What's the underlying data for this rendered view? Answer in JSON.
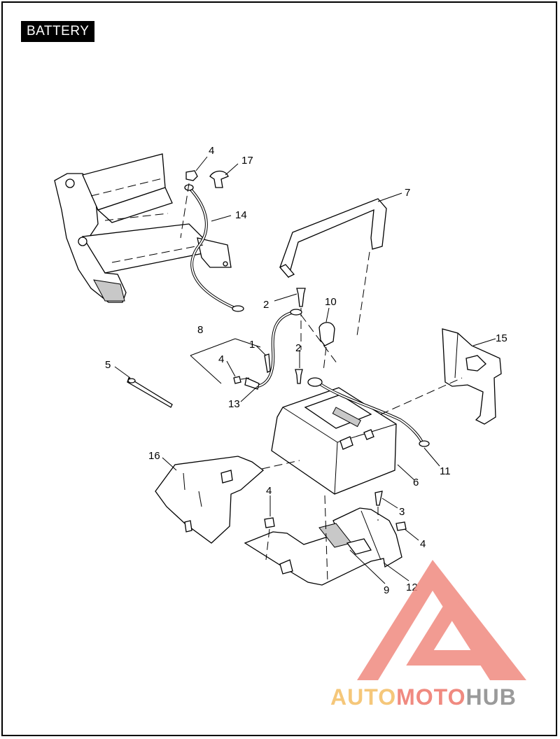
{
  "section_title": "BATTERY",
  "callouts": {
    "c1": "1",
    "c2a": "2",
    "c2b": "2",
    "c3": "3",
    "c4a": "4",
    "c4b": "4",
    "c4c": "4",
    "c4d": "4",
    "c5": "5",
    "c6": "6",
    "c7": "7",
    "c8": "8",
    "c9": "9",
    "c10": "10",
    "c11": "11",
    "c12": "12",
    "c13": "13",
    "c14": "14",
    "c15": "15",
    "c16": "16",
    "c17": "17"
  },
  "watermark": {
    "brand_part1": "AUTO",
    "brand_part2": "MOTO",
    "brand_part3": "HUB",
    "colors": {
      "auto": "#f5c77a",
      "moto": "#f08a80",
      "hub": "#9a9a9a",
      "triangle": "#f08a80"
    }
  }
}
